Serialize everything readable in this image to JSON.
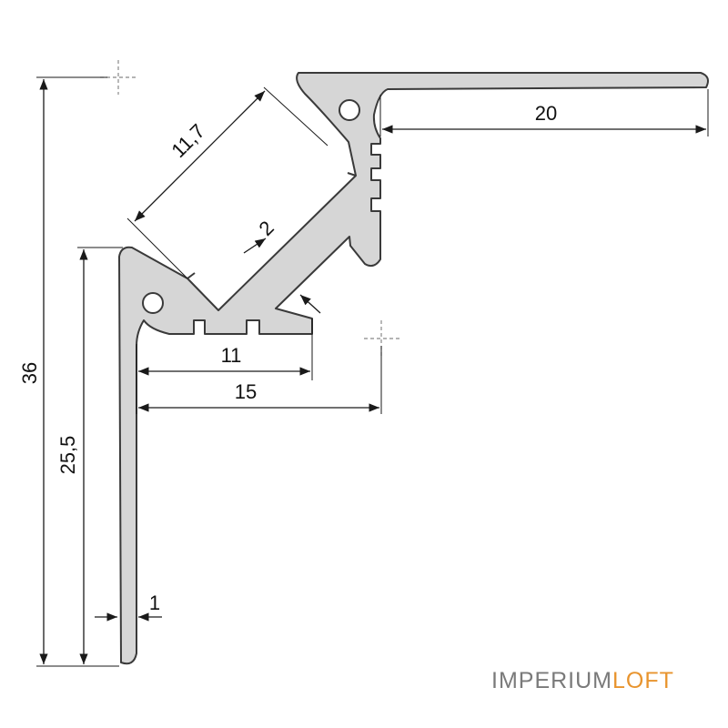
{
  "dimensions": {
    "total_height": "36",
    "wall_height": "25,5",
    "wall_thickness": "1",
    "top_flange": "20",
    "inner_depth": "11",
    "outer_depth": "15",
    "led_channel_width": "11,7",
    "channel_wall": "2"
  },
  "brand": {
    "part1": "IMPERIUM",
    "part2": "LOFT"
  },
  "colors": {
    "profile_fill": "#d6d6d6",
    "profile_stroke": "#3a3a3a",
    "dimension_line": "#1a1a1a",
    "brand_grey": "#7a7a7a",
    "brand_orange": "#e8942e"
  }
}
